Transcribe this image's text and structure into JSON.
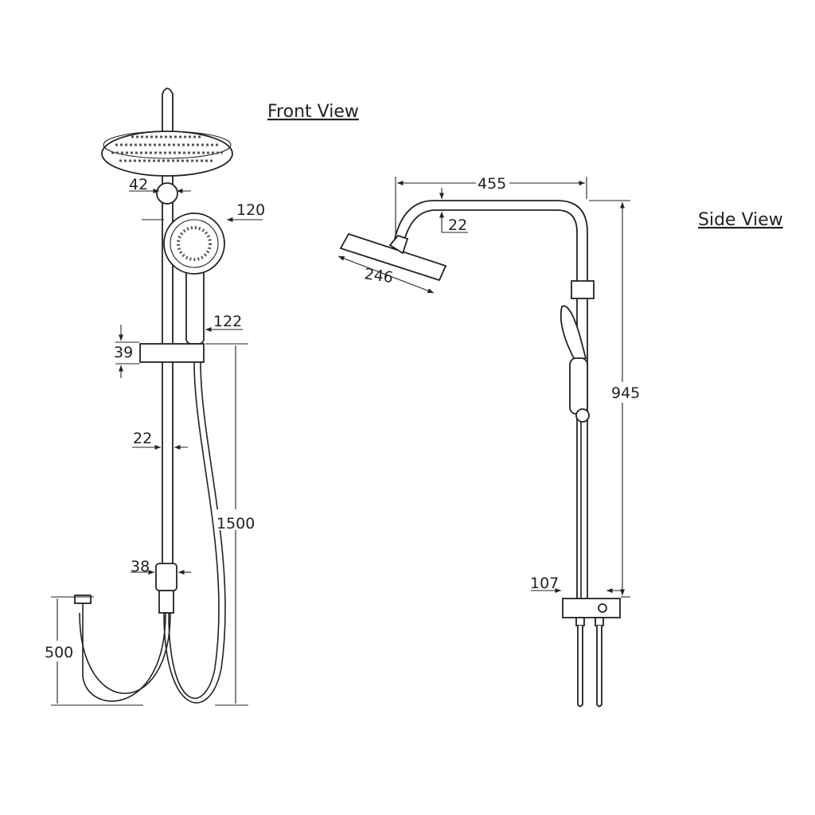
{
  "titles": {
    "front": "Front View",
    "side": "Side View"
  },
  "front_dims": {
    "riser_joint": "42",
    "hand_shower": "120",
    "handle": "122",
    "bracket": "39",
    "pipe": "22",
    "height": "1500",
    "diverter": "38",
    "inlet": "500"
  },
  "side_dims": {
    "arm_length": "455",
    "arm_pipe": "22",
    "head": "246",
    "riser_height": "945",
    "valve": "107"
  }
}
